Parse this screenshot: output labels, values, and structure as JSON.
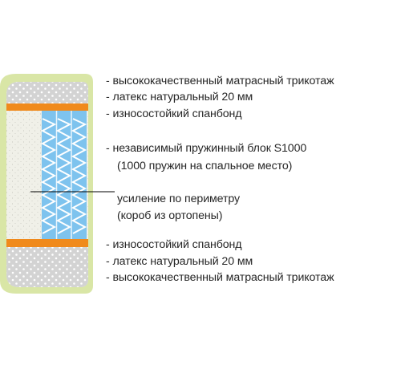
{
  "labels": {
    "top_knit": "- высококачественный матрасный трикотаж",
    "top_latex": "- латекс натуральный 20 мм",
    "top_spunbond": "- износостойкий спанбонд",
    "spring_block_line1": "- независимый пружинный блок S1000",
    "spring_block_line2": "(1000 пружин на спальное место)",
    "perimeter_line1": "усиление по периметру",
    "perimeter_line2": "(короб из ортопены)",
    "bottom_spunbond": "- износостойкий спанбонд",
    "bottom_latex": "- латекс натуральный 20 мм",
    "bottom_knit": "- высококачественный матрасный трикотаж"
  },
  "colors": {
    "knit_border": "#d9e6a6",
    "latex": "#d3d3d3",
    "spunbond": "#f08a1c",
    "foam": "#f0f0e8",
    "springs": "#7ec3ee",
    "leader_line": "#000000"
  }
}
